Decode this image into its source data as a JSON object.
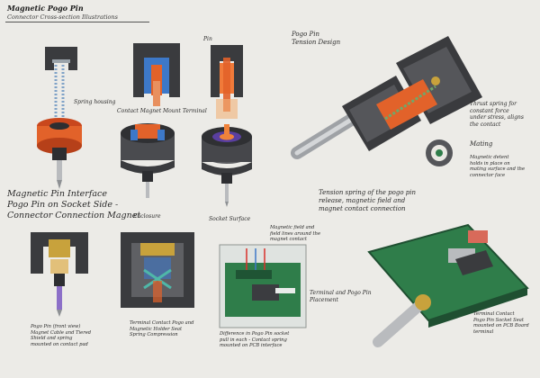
{
  "header": {
    "title": "Magnetic Pogo Pin",
    "subtitle": "Connector Cross-section Illustrations"
  },
  "labels": {
    "spring_housing": "Spring housing",
    "magnet_label": "Contact Magnet Mount Terminal",
    "pin_callout": "Pin",
    "enclosure": "Enclosure",
    "socket_surface": "Socket Surface",
    "magnetic_pin_heading": "Magnetic Pin Interface\nPogo Pin on Socket Side -\nConnector Connection Magnet",
    "pogo_pin_title": "Pogo Pin\nTension Design",
    "thrust_note": "Thrust spring for\nconstant force\nunder stress, aligns\nthe contact",
    "mating_label": "Mating",
    "mating_note": "Magnetic detent\nholds in place on\nmating surface and the connector face",
    "tension_note": "Tension spring of the pogo pin\nrelease, magnetic field and\nmagnet contact connection",
    "part_front": "Pogo Pin (front view)\nMagnet Cable and Tiered\nShield and spring\nmounted on contact pad",
    "terminal_note": "Terminal Contact Pogo and\nMagnetic Holder Seat\nSpring Compression",
    "pcb_top_note": "Magnetic field and\nfield lines around the\nmagnet contact",
    "sensor_label": "Terminal and Pogo Pin\nPlacement",
    "pcb_bottom_note": "Difference in Pogo Pin socket\npull in each - Contact spring\nmounted on PCB interface",
    "board_note": "Terminal Contact\nPogo Pin Socket Seat\nmounted on PCB Board\nterminal"
  },
  "colors": {
    "ink": "#2a2a2a",
    "housing": "#3a3b3e",
    "orange": "#e2622a",
    "blue": "#3d78c8",
    "brass": "#c8a23c",
    "pcb": "#2f7d4a",
    "silver": "#b9bbbe"
  }
}
